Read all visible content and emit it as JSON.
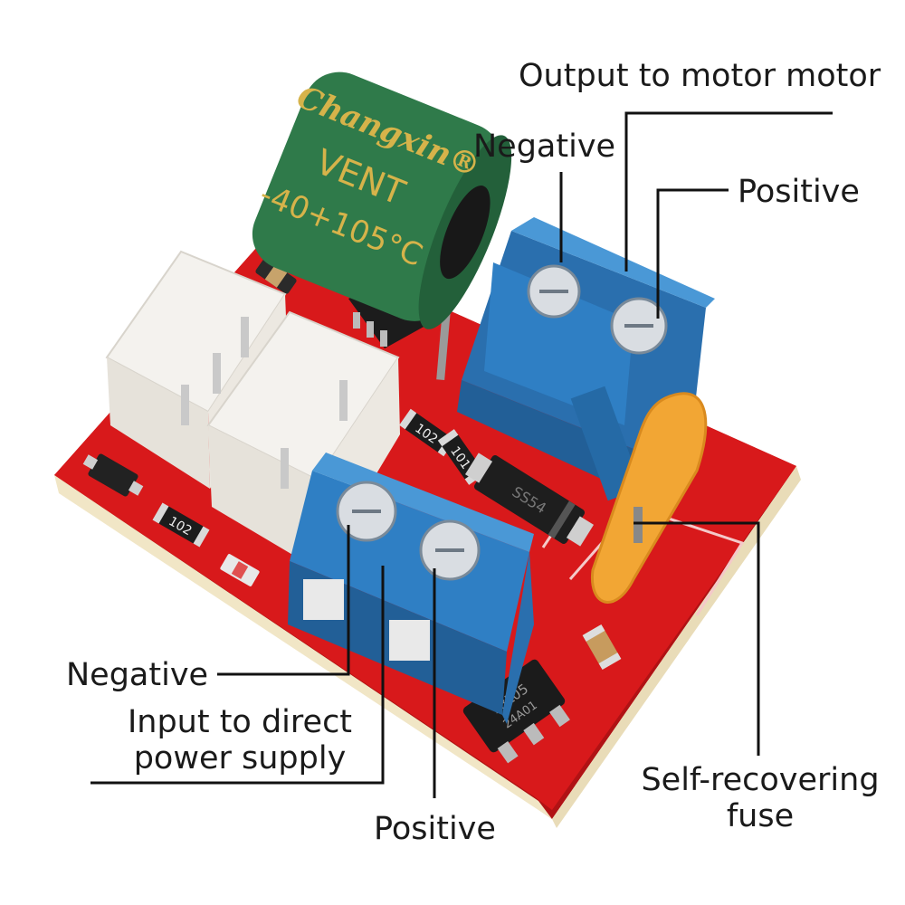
{
  "labels": {
    "output_to_motor": "Output to motor motor",
    "output_negative": "Negative",
    "output_positive": "Positive",
    "input_negative": "Negative",
    "input_supply_line1": "Input to direct",
    "input_supply_line2": "power supply",
    "input_positive": "Positive",
    "fuse_line1": "Self-recovering",
    "fuse_line2": "fuse"
  },
  "component_markings": {
    "capacitor_brand": "Changxin®",
    "capacitor_series": "VENT",
    "capacitor_temp": "-40+105°C",
    "resistor_a": "102",
    "resistor_b": "101",
    "resistor_c": "102",
    "diode": "SS54",
    "regulator_line1": "78L05",
    "regulator_line2": "24A01"
  },
  "colors": {
    "pcb": "#d8191b",
    "terminal": "#2f7fc4",
    "capacitor": "#2f7a4a",
    "fuse": "#f2a634",
    "connector": "#f2f0ec"
  }
}
